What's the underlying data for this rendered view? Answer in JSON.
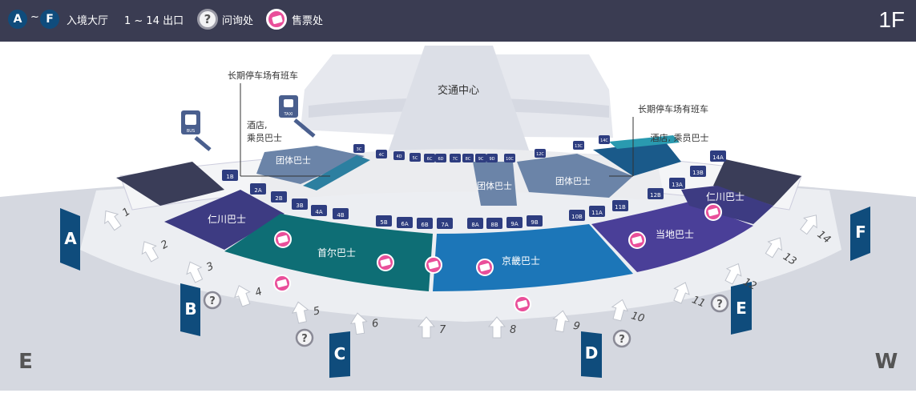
{
  "header": {
    "gate_from": "A",
    "gate_sep": "~",
    "gate_to": "F",
    "gate_label": "入境大厅",
    "exit_label": "1 ~ 14  出口",
    "info_label": "问询处",
    "ticket_label": "售票处",
    "floor": "1F"
  },
  "map": {
    "transport_center": "交通中心",
    "long_term_left": "长期停车场有班车",
    "long_term_right": "长期停车场有班车",
    "hotel_left": "酒店,\n乘员巴士",
    "hotel_right": "酒店, 乘员巴士",
    "taxi_badge": "TAXI",
    "bus_badge": "BUS",
    "group_bus": [
      "团体巴士",
      "团体巴士",
      "团体巴士"
    ],
    "zones": {
      "incheon_left": "仁川巴士",
      "seoul": "首尔巴士",
      "gyeonggi": "京畿巴士",
      "local": "当地巴士",
      "incheon_right": "仁川巴士"
    },
    "gates": [
      "A",
      "B",
      "C",
      "D",
      "E",
      "F"
    ],
    "exits": [
      "1",
      "2",
      "3",
      "4",
      "5",
      "6",
      "7",
      "8",
      "9",
      "10",
      "11",
      "12",
      "13",
      "14"
    ],
    "stops_small": [
      "3C",
      "4C",
      "4D",
      "5C",
      "6C",
      "6D",
      "7C",
      "8C",
      "9C",
      "9D",
      "10C",
      "12C",
      "13C",
      "14C"
    ],
    "stops": [
      "1B",
      "2A",
      "2B",
      "3B",
      "4A",
      "4B",
      "5B",
      "6A",
      "6B",
      "7A",
      "8A",
      "8B",
      "9A",
      "9B",
      "10B",
      "11A",
      "11B",
      "12B",
      "13A",
      "13B",
      "14A"
    ],
    "compass": {
      "east": "E",
      "west": "W"
    }
  },
  "colors": {
    "header": "#3a3c52",
    "gate": "#0f4c7c",
    "navy_zone": "#3a3d58",
    "incheon": "#3d3b82",
    "seoul": "#0e6e75",
    "gyeonggi": "#1c76b8",
    "local": "#4a3f98",
    "ticket": "#e94f9a",
    "group_bus": "#6b84a8"
  }
}
